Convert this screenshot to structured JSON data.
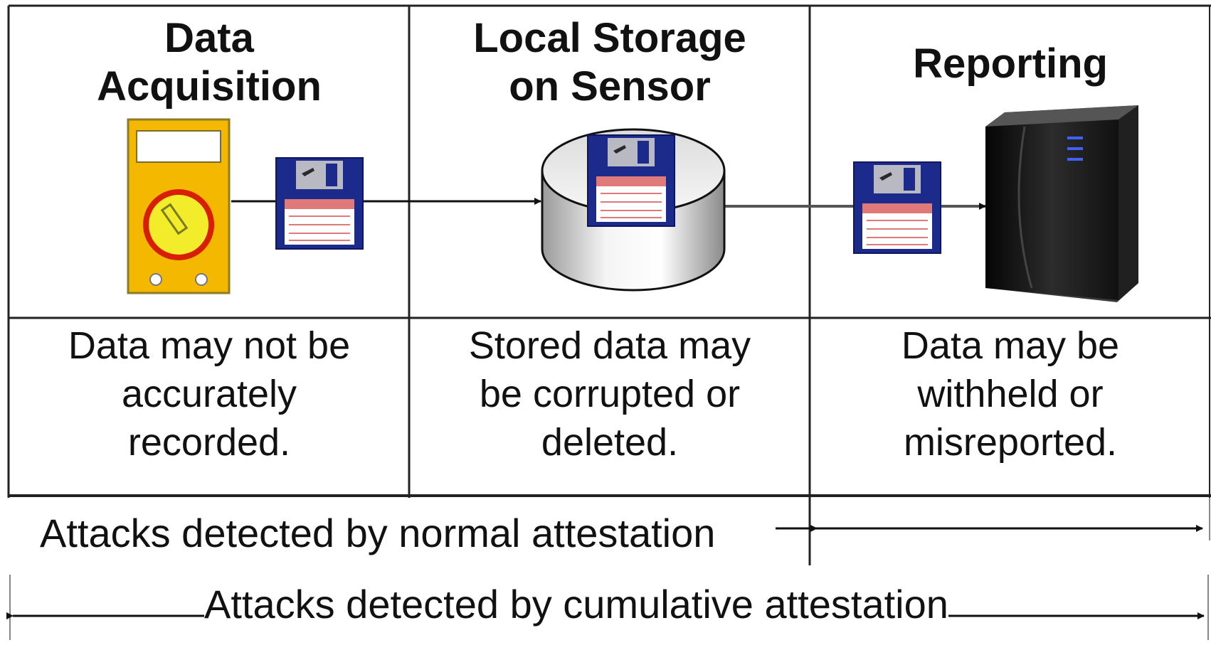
{
  "columns": [
    {
      "title_line1": "Data",
      "title_line2": "Acquisition",
      "description": [
        "Data may not be",
        "accurately",
        "recorded."
      ]
    },
    {
      "title_line1": "Local Storage",
      "title_line2": "on Sensor",
      "description": [
        "Stored data may",
        "be corrupted or",
        "deleted."
      ]
    },
    {
      "title_line1": "Reporting",
      "title_line2": "",
      "description": [
        "Data may be",
        "withheld or",
        "misreported."
      ]
    }
  ],
  "captions": {
    "normal": "Attacks detected by normal attestation",
    "cumulative": "Attacks detected by cumulative attestation"
  },
  "icons": {
    "multimeter": "multimeter-icon",
    "floppy": "floppy-disk-icon",
    "storage": "database-cylinder-icon",
    "server": "server-tower-icon"
  },
  "colors": {
    "multimeter_body": "#f5b800",
    "dial_ring": "#d81e05",
    "dial_fill": "#f2ec2a",
    "floppy_body": "#1c2a8c",
    "floppy_label": "#e07a7a",
    "server_body": "#1a1a1a",
    "server_led": "#4060ff"
  }
}
